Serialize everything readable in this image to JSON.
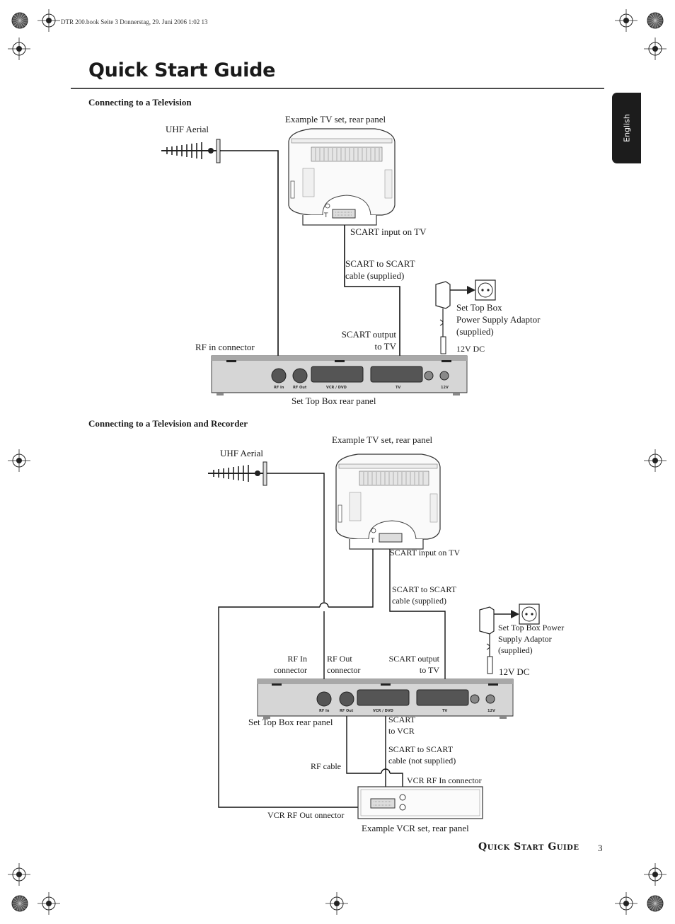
{
  "print_header": "DTR 200.book  Seite 3  Donnerstag, 29. Juni 2006  1:02 13",
  "title": "Quick Start Guide",
  "language_tab": "English",
  "section1": {
    "heading": "Connecting to a Television",
    "tv_caption": "Example TV set, rear panel",
    "aerial": "UHF Aerial",
    "scart_input": "SCART input on TV",
    "scart_cable": [
      "SCART to SCART",
      "cable (supplied)"
    ],
    "psu": [
      "Set Top Box",
      "Power Supply Adaptor",
      "(supplied)"
    ],
    "rf_in": "RF in connector",
    "scart_output": [
      "SCART output",
      "to TV"
    ],
    "dc": "12V DC",
    "stb_caption": "Set Top Box rear panel"
  },
  "section2": {
    "heading": "Connecting to a Television and Recorder",
    "tv_caption": "Example TV set, rear panel",
    "aerial": "UHF Aerial",
    "scart_input": "SCART input on TV",
    "scart_cable": [
      "SCART to SCART",
      "cable (supplied)"
    ],
    "psu": [
      "Set Top Box Power",
      "Supply Adaptor",
      "(supplied)"
    ],
    "rf_in": [
      "RF In",
      "connector"
    ],
    "rf_out": [
      "RF Out",
      "connector"
    ],
    "scart_output": [
      "SCART output",
      "to TV"
    ],
    "dc": "12V DC",
    "stb_caption": "Set Top Box rear panel",
    "scart_vcr": [
      "SCART",
      "to VCR"
    ],
    "scart_cable2": [
      "SCART to SCART",
      "cable (not supplied)"
    ],
    "rf_cable": "RF cable",
    "vcr_rf_in": "VCR RF In connector",
    "vcr_rf_out": "VCR RF Out onnector",
    "vcr_caption": "Example VCR set, rear panel"
  },
  "stb_panel_labels": {
    "rf_in": "RF In",
    "rf_out": "RF Out",
    "vcr_dvd": "VCR / DVD",
    "tv": "TV",
    "power": "12V"
  },
  "footer": {
    "running_title": "Quick Start Guide",
    "page_number": "3"
  }
}
